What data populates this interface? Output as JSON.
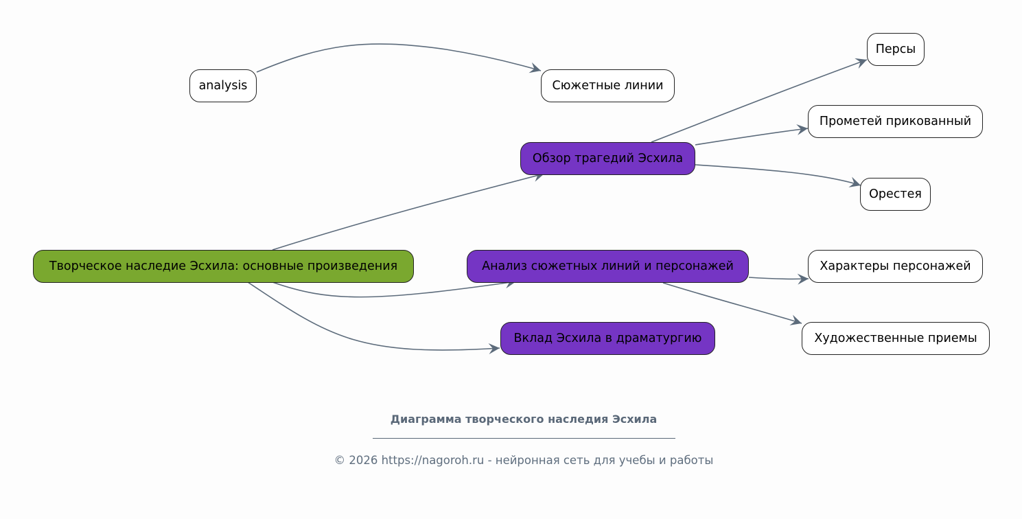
{
  "colors": {
    "root_fill": "#7aa82f",
    "branch_fill": "#7535c4",
    "leaf_fill": "#ffffff",
    "edge": "#5c6b7b",
    "footer_text": "#5a6878"
  },
  "nodes": {
    "root": "Творческое наследие Эсхила: основные произведения",
    "overview": "Обзор трагедий Эсхила",
    "analysis_branch": "Анализ сюжетных линий и персонажей",
    "contribution": "Вклад Эсхила в драматургию",
    "analysis": "analysis",
    "plotlines": "Сюжетные линии",
    "persians": "Персы",
    "prometheus": "Прометей прикованный",
    "oresteia": "Орестея",
    "characters": "Характеры персонажей",
    "devices": "Художественные приемы"
  },
  "edges": [
    {
      "from": "analysis",
      "to": "plotlines"
    },
    {
      "from": "root",
      "to": "overview"
    },
    {
      "from": "root",
      "to": "analysis_branch"
    },
    {
      "from": "root",
      "to": "contribution"
    },
    {
      "from": "overview",
      "to": "persians"
    },
    {
      "from": "overview",
      "to": "prometheus"
    },
    {
      "from": "overview",
      "to": "oresteia"
    },
    {
      "from": "analysis_branch",
      "to": "characters"
    },
    {
      "from": "analysis_branch",
      "to": "devices"
    }
  ],
  "footer": {
    "title": "Диаграмма творческого наследия Эсхила",
    "copyright": "© 2026 https://nagoroh.ru - нейронная сеть для учебы и работы"
  }
}
